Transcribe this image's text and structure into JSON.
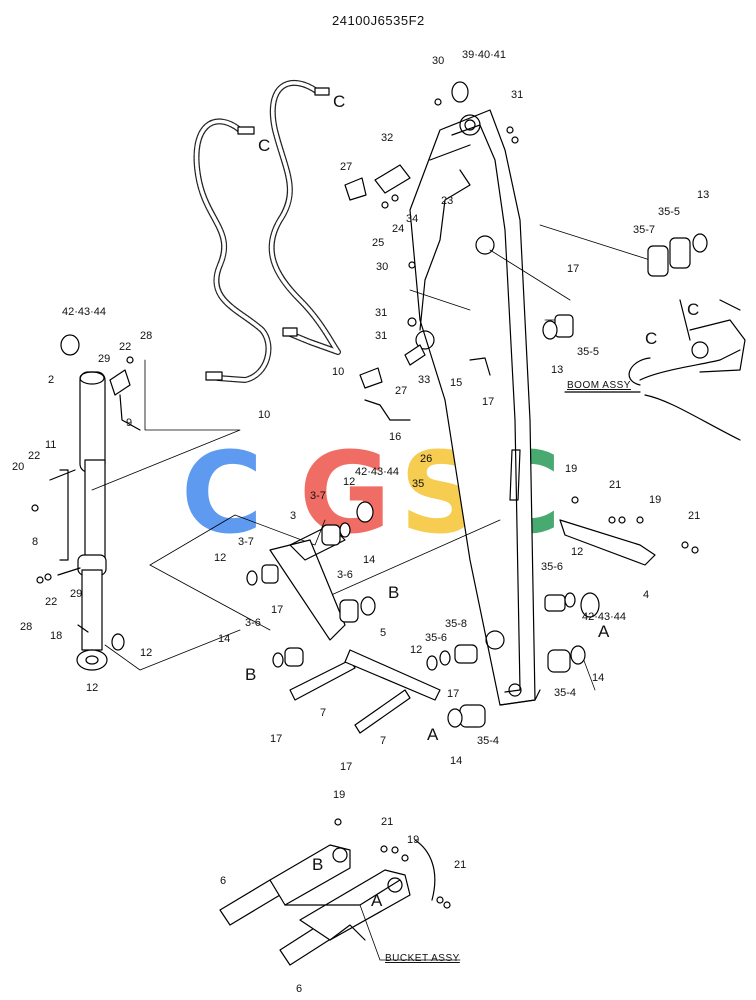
{
  "title": "24100J6535F2",
  "watermark": {
    "letters": [
      "C",
      "G",
      "S",
      "C"
    ],
    "colors": [
      "#4a8df0",
      "#ef5a50",
      "#f5c63a",
      "#2f9e5e"
    ]
  },
  "assembly_labels": {
    "boom": "BOOM ASSY",
    "bucket": "BUCKET ASSY"
  },
  "callouts": {
    "c1": "30",
    "c2": "39·40·41",
    "c3": "C",
    "c4": "C",
    "c5": "31",
    "c6": "32",
    "c7": "27",
    "c8": "23",
    "c9": "34",
    "c10": "24",
    "c11": "25",
    "c12": "13",
    "c13": "35-5",
    "c14": "35-7",
    "c15": "17",
    "c16": "30",
    "c17": "31",
    "c18": "31",
    "c19": "C",
    "c20": "C",
    "c21": "35-5",
    "c22": "13",
    "c23": "27",
    "c24": "33",
    "c25": "15",
    "c26": "17",
    "c27": "16",
    "c28": "26",
    "c29": "42·43·44",
    "c30": "28",
    "c31": "22",
    "c32": "29",
    "c33": "2",
    "c34": "10",
    "c35": "10",
    "c36": "9",
    "c37": "11",
    "c38": "20",
    "c39": "22",
    "c40": "8",
    "c41": "22",
    "c42": "28",
    "c43": "29",
    "c44": "18",
    "c45": "12",
    "c46": "12",
    "c47": "42·43·44",
    "c48": "12",
    "c49": "3-7",
    "c50": "35",
    "c51": "3",
    "c52": "3-7",
    "c53": "12",
    "c54": "3-6",
    "c55": "14",
    "c56": "B",
    "c57": "17",
    "c58": "3-6",
    "c59": "14",
    "c60": "B",
    "c61": "5",
    "c62": "17",
    "c63": "7",
    "c64": "17",
    "c65": "7",
    "c66": "12",
    "c67": "35-6",
    "c68": "35-8",
    "c69": "17",
    "c70": "A",
    "c71": "35-4",
    "c72": "14",
    "c73": "19",
    "c74": "21",
    "c75": "19",
    "c76": "21",
    "c77": "12",
    "c78": "35-6",
    "c79": "4",
    "c80": "42·43·44",
    "c81": "A",
    "c82": "14",
    "c83": "35-4",
    "c84": "19",
    "c85": "21",
    "c86": "19",
    "c87": "B",
    "c88": "21",
    "c89": "A",
    "c90": "6",
    "c91": "6"
  }
}
